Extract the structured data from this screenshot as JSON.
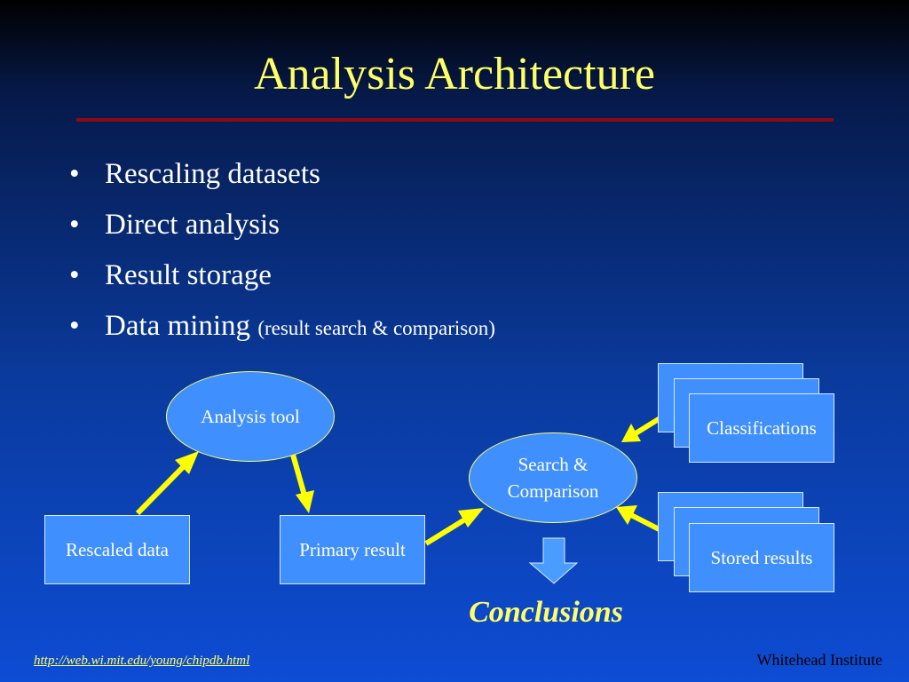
{
  "slide": {
    "title": "Analysis Architecture",
    "bullets": [
      {
        "text": "Rescaling datasets",
        "note": ""
      },
      {
        "text": "Direct analysis",
        "note": ""
      },
      {
        "text": "Result storage",
        "note": ""
      },
      {
        "text": "Data mining",
        "note": "(result search & comparison)"
      }
    ],
    "bullet_glyph": "•"
  },
  "diagram": {
    "analysis_tool": "Analysis tool",
    "rescaled_data": "Rescaled data",
    "primary_result": "Primary result",
    "search_line1": "Search &",
    "search_line2": "Comparison",
    "classifications": "Classifications",
    "stored_results": "Stored results",
    "conclusions": "Conclusions"
  },
  "footer": {
    "url": "http://web.wi.mit.edu/young/chipdb.html",
    "institute": "Whitehead Institute"
  },
  "colors": {
    "title": "#ffff66",
    "rule": "#8b0a14",
    "box_fill": "#3f8fff",
    "arrow": "#ffff00",
    "down_arrow": "#4a9cff"
  }
}
